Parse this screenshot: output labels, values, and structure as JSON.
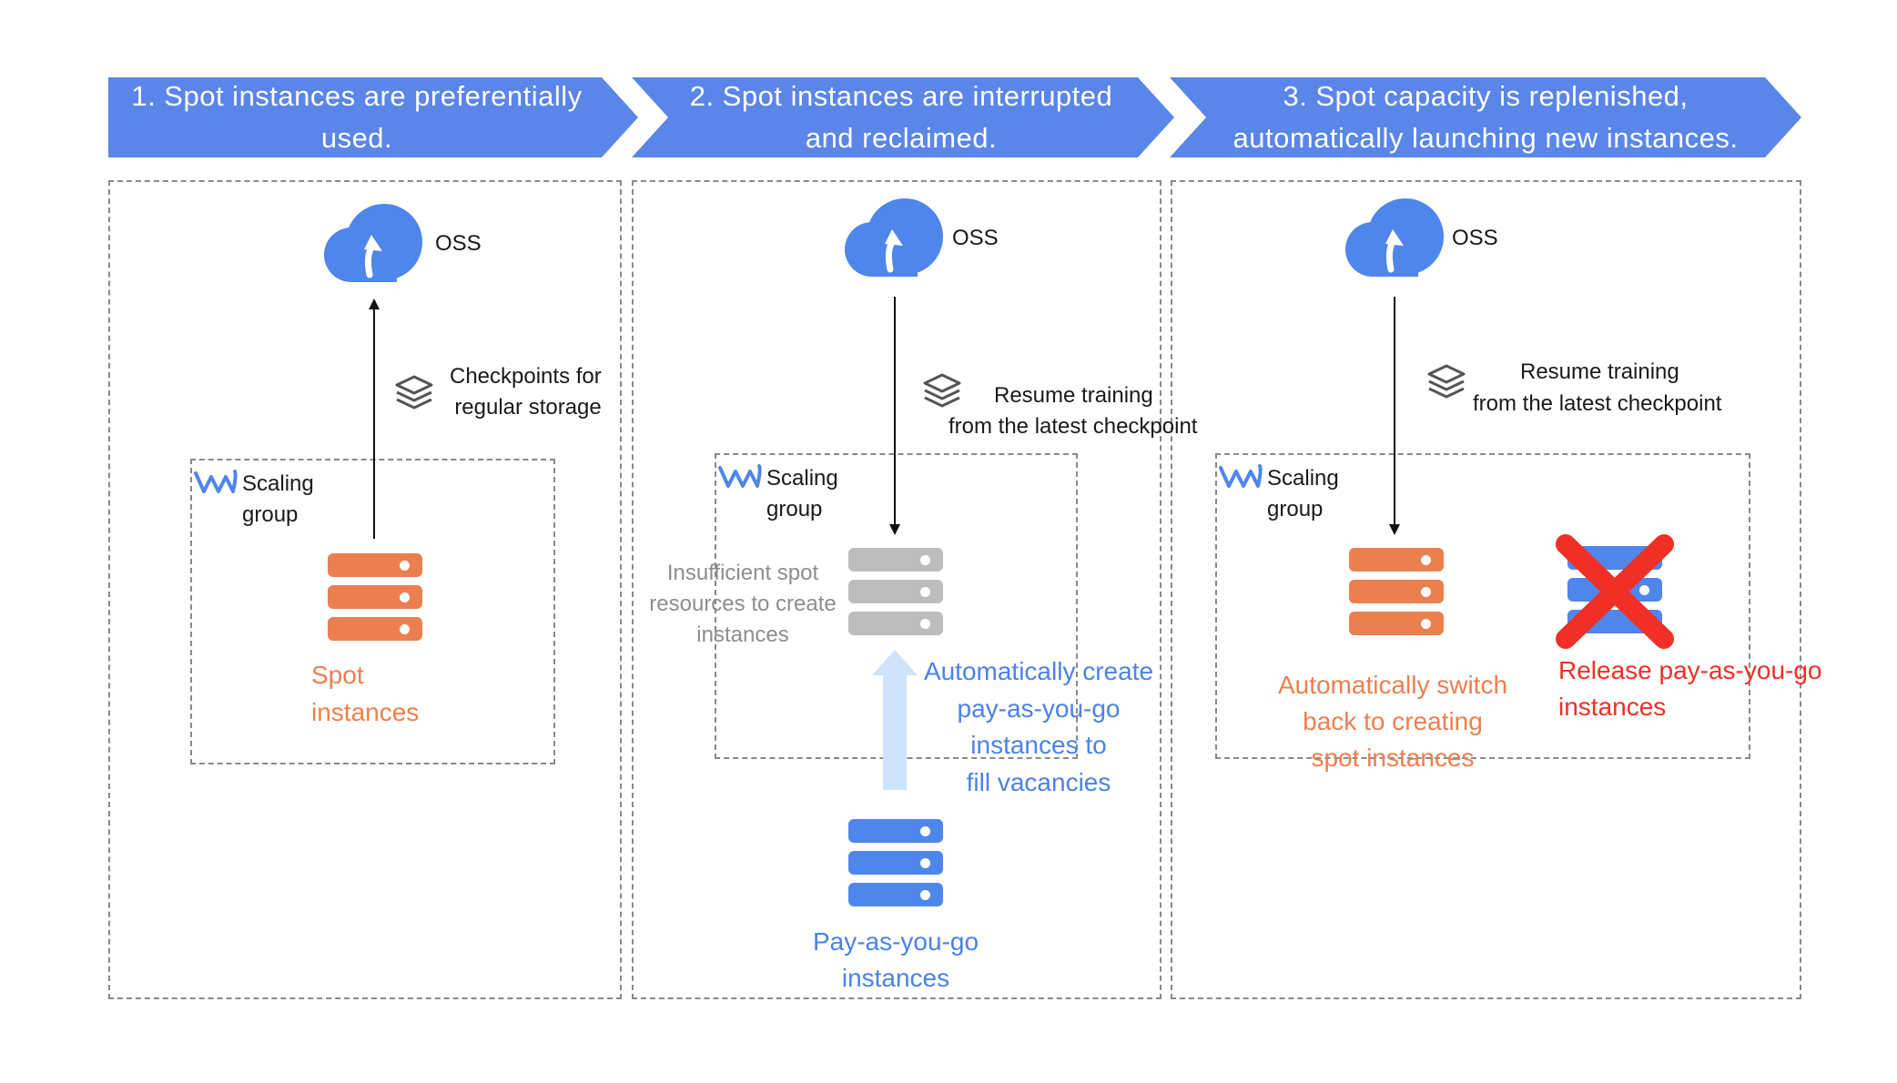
{
  "steps": [
    {
      "label": "1. Spot instances are preferentially used."
    },
    {
      "label": "2. Spot instances are interrupted and reclaimed."
    },
    {
      "label": "3. Spot capacity is replenished, automatically launching new instances."
    }
  ],
  "panel1": {
    "oss_label": "OSS",
    "checkpoint_label": "Checkpoints for regular storage",
    "scaling_label_1": "Scaling",
    "scaling_label_2": "group",
    "spot_label_1": "Spot",
    "spot_label_2": "instances"
  },
  "panel2": {
    "oss_label": "OSS",
    "resume_label_1": "Resume training",
    "resume_label_2": "from the latest checkpoint",
    "scaling_label_1": "Scaling",
    "scaling_label_2": "group",
    "insufficient_1": "Insufficient spot",
    "insufficient_2": "resources to create",
    "insufficient_3": "instances",
    "auto_create_1": "Automatically create",
    "auto_create_2": "pay-as-you-go",
    "auto_create_3": "instances to",
    "auto_create_4": "fill vacancies",
    "payg_label_1": "Pay-as-you-go",
    "payg_label_2": "instances"
  },
  "panel3": {
    "oss_label": "OSS",
    "resume_label_1": "Resume training",
    "resume_label_2": "from the latest checkpoint",
    "scaling_label_1": "Scaling",
    "scaling_label_2": "group",
    "switch_back_1": "Automatically switch",
    "switch_back_2": "back to creating",
    "switch_back_3": "spot instances",
    "release_1": "Release pay-as-you-go",
    "release_2": "instances"
  },
  "colors": {
    "banner": "#5a86e9",
    "oss": "#4f86ec",
    "spot": "#ec7f4f",
    "payg": "#4f86ec",
    "interrupted": "#bdbdbd",
    "release_cross": "#f02f26",
    "fill_arrow": "#cfe4fb"
  }
}
